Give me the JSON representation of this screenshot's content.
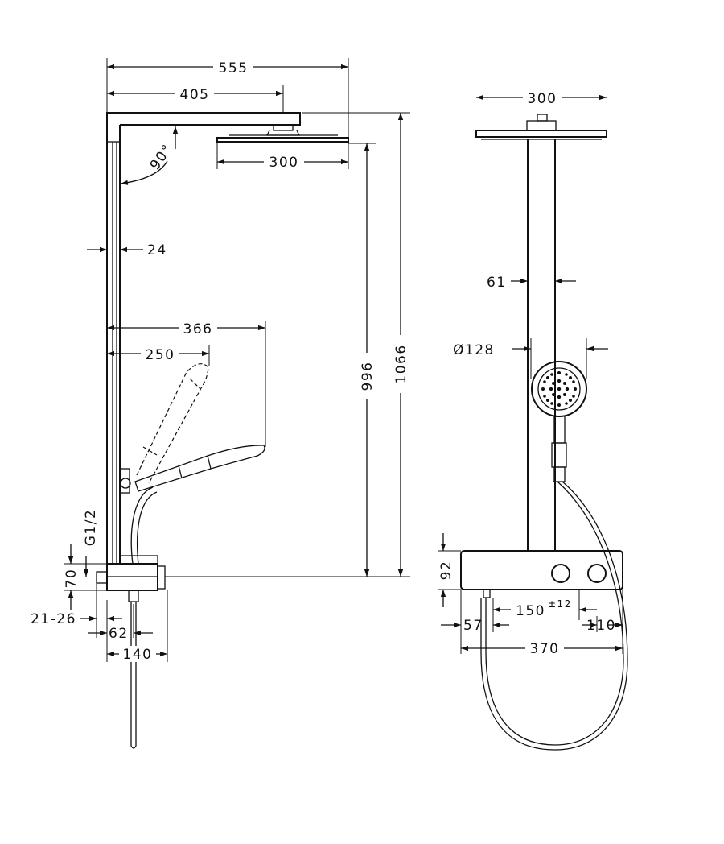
{
  "side_view": {
    "dim_total_width": "555",
    "dim_arm_length": "405",
    "dim_head_width": "300",
    "dim_angle": "90°",
    "dim_rail_depth": "24",
    "dim_hand_reach_max": "366",
    "dim_hand_reach_min": "250",
    "dim_outlet_height": "996",
    "dim_total_height": "1066",
    "dim_thread": "G1/2",
    "dim_inlet_offset": "70",
    "dim_wall_gap": "21-26",
    "dim_inlet_depth": "62",
    "dim_body_depth": "140"
  },
  "front_view": {
    "dim_head_width": "300",
    "dim_pipe_width": "61",
    "dim_handshower_diameter": "Ø128",
    "dim_body_height": "92",
    "dim_inlet_spacing": "150",
    "dim_inlet_tolerance": "±12",
    "dim_left_offset": "57",
    "dim_right_offset": "110",
    "dim_body_width": "370"
  }
}
